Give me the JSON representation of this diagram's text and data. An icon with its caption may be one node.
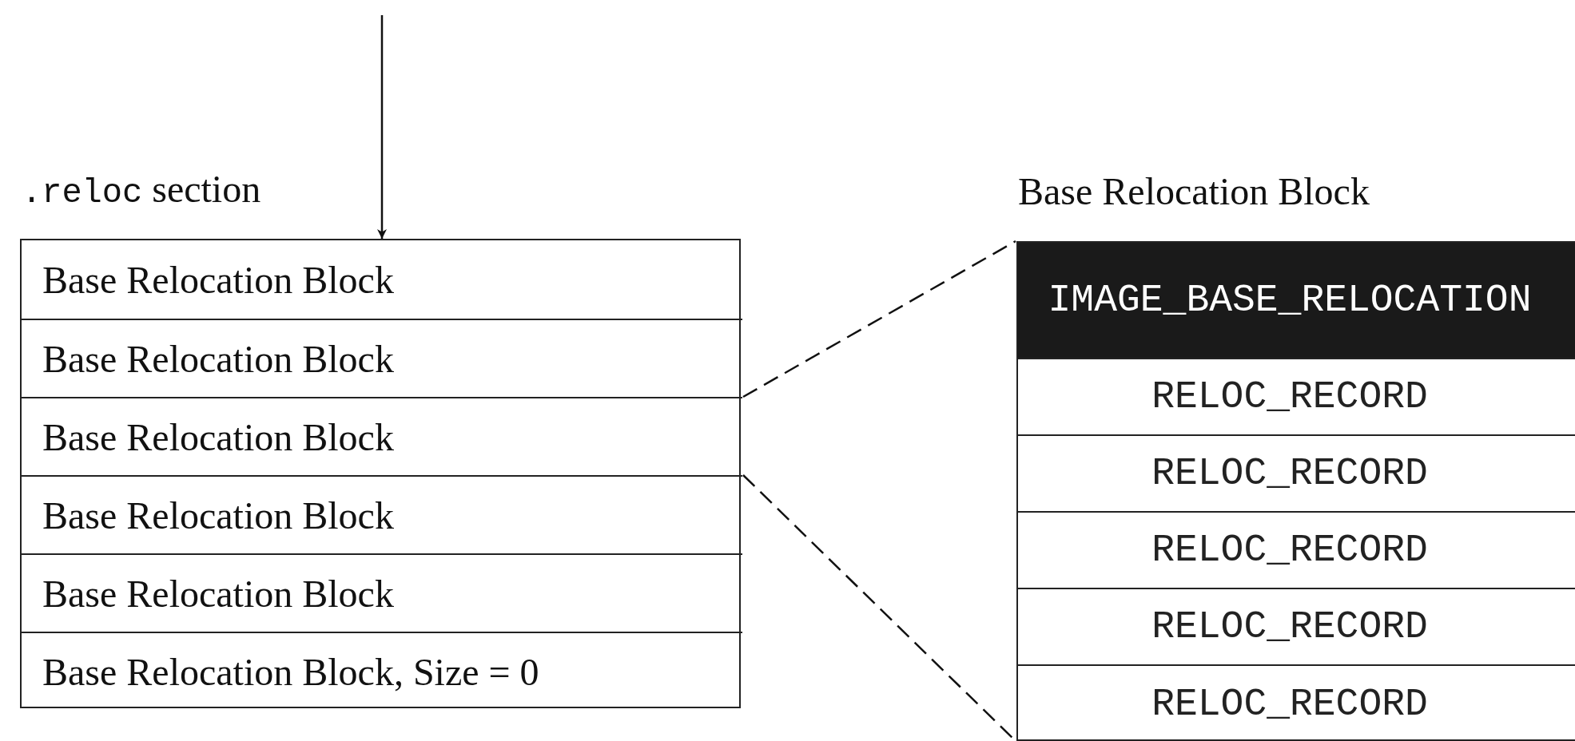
{
  "diagram": {
    "nodes": [
      {
        "text": [
          ".reloc section"
        ]
      },
      {
        "text": [
          "Base Relocation Block"
        ],
        "in": 0
      },
      {
        "text": [
          "Base Relocation Block"
        ],
        "in": 0
      },
      {
        "text": [
          "Base Relocation Block"
        ],
        "in": 0
      },
      {
        "text": [
          "Base Relocation Block"
        ],
        "in": 0
      },
      {
        "text": [
          "Base Relocation Block"
        ],
        "in": 0
      },
      {
        "text": [
          "Base Relocation Block, Size = 0"
        ],
        "in": 0
      },
      {
        "text": [
          "Base Relocation Block"
        ]
      },
      {
        "text": [
          "IMAGE_BASE_RELOCATION"
        ],
        "in": 7
      },
      {
        "text": [
          "RELOC_RECORD"
        ],
        "in": 7
      },
      {
        "text": [
          "RELOC_RECORD"
        ],
        "in": 7
      },
      {
        "text": [
          "RELOC_RECORD"
        ],
        "in": 7
      },
      {
        "text": [
          "RELOC_RECORD"
        ],
        "in": 7
      },
      {
        "text": [
          "RELOC_RECORD"
        ],
        "in": 7
      }
    ],
    "edges": [
      {
        "from": null,
        "to": 0,
        "arrow": "to"
      },
      {
        "from": 3,
        "to": 7,
        "arrow": "none",
        "style": "dashed"
      },
      {
        "from": 3,
        "to": 7,
        "arrow": "none",
        "style": "dashed"
      }
    ]
  }
}
